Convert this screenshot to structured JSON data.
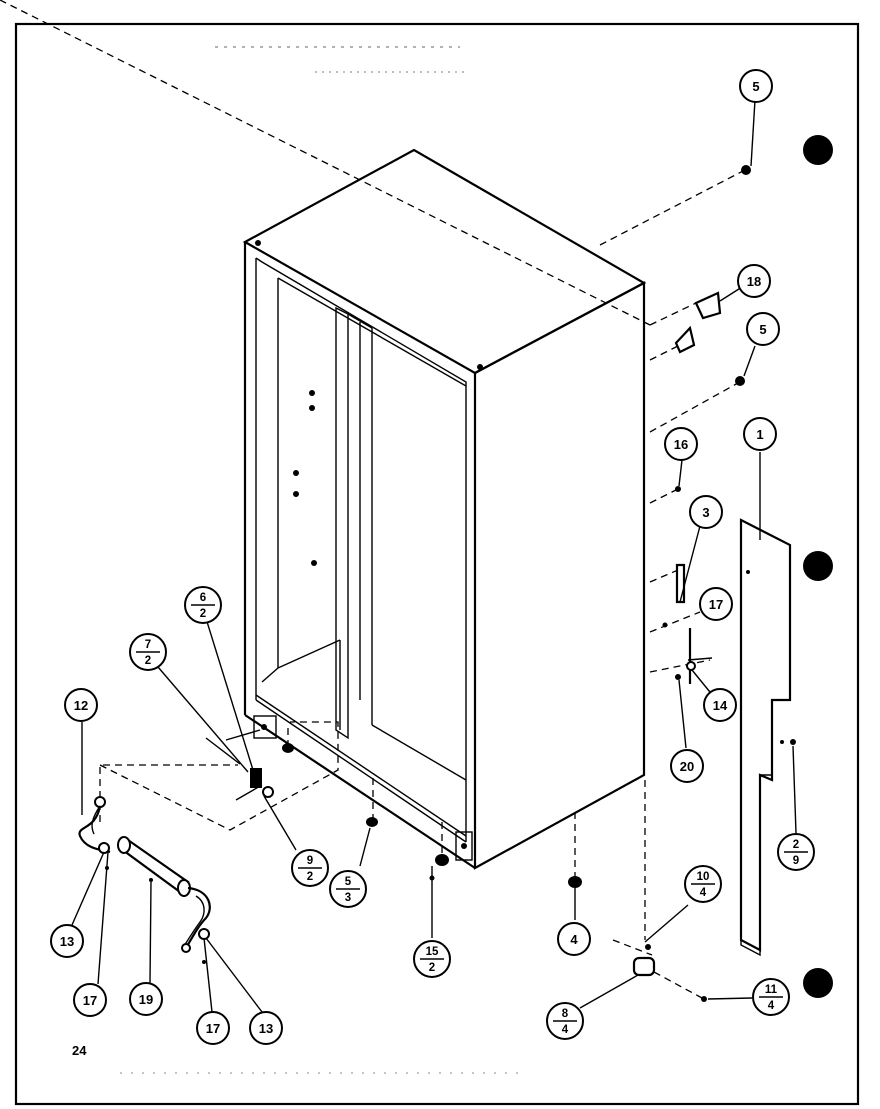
{
  "page_number": "24",
  "callouts": [
    {
      "id": "c-5-top",
      "top": "5"
    },
    {
      "id": "c-18",
      "top": "18"
    },
    {
      "id": "c-5-mid",
      "top": "5"
    },
    {
      "id": "c-16",
      "top": "16"
    },
    {
      "id": "c-1",
      "top": "1"
    },
    {
      "id": "c-3",
      "top": "3"
    },
    {
      "id": "c-17-right",
      "top": "17"
    },
    {
      "id": "c-14",
      "top": "14"
    },
    {
      "id": "c-20",
      "top": "20"
    },
    {
      "id": "c-2-9",
      "top": "2",
      "bottom": "9"
    },
    {
      "id": "c-6-2",
      "top": "6",
      "bottom": "2"
    },
    {
      "id": "c-7-2",
      "top": "7",
      "bottom": "2"
    },
    {
      "id": "c-12",
      "top": "12"
    },
    {
      "id": "c-9-2",
      "top": "9",
      "bottom": "2"
    },
    {
      "id": "c-5-3",
      "top": "5",
      "bottom": "3"
    },
    {
      "id": "c-15-2",
      "top": "15",
      "bottom": "2"
    },
    {
      "id": "c-4",
      "top": "4"
    },
    {
      "id": "c-10-4",
      "top": "10",
      "bottom": "4"
    },
    {
      "id": "c-8-4",
      "top": "8",
      "bottom": "4"
    },
    {
      "id": "c-11-4",
      "top": "11",
      "bottom": "4"
    },
    {
      "id": "c-13-left",
      "top": "13"
    },
    {
      "id": "c-17-left",
      "top": "17"
    },
    {
      "id": "c-19",
      "top": "19"
    },
    {
      "id": "c-17-mid",
      "top": "17"
    },
    {
      "id": "c-13-right",
      "top": "13"
    }
  ]
}
